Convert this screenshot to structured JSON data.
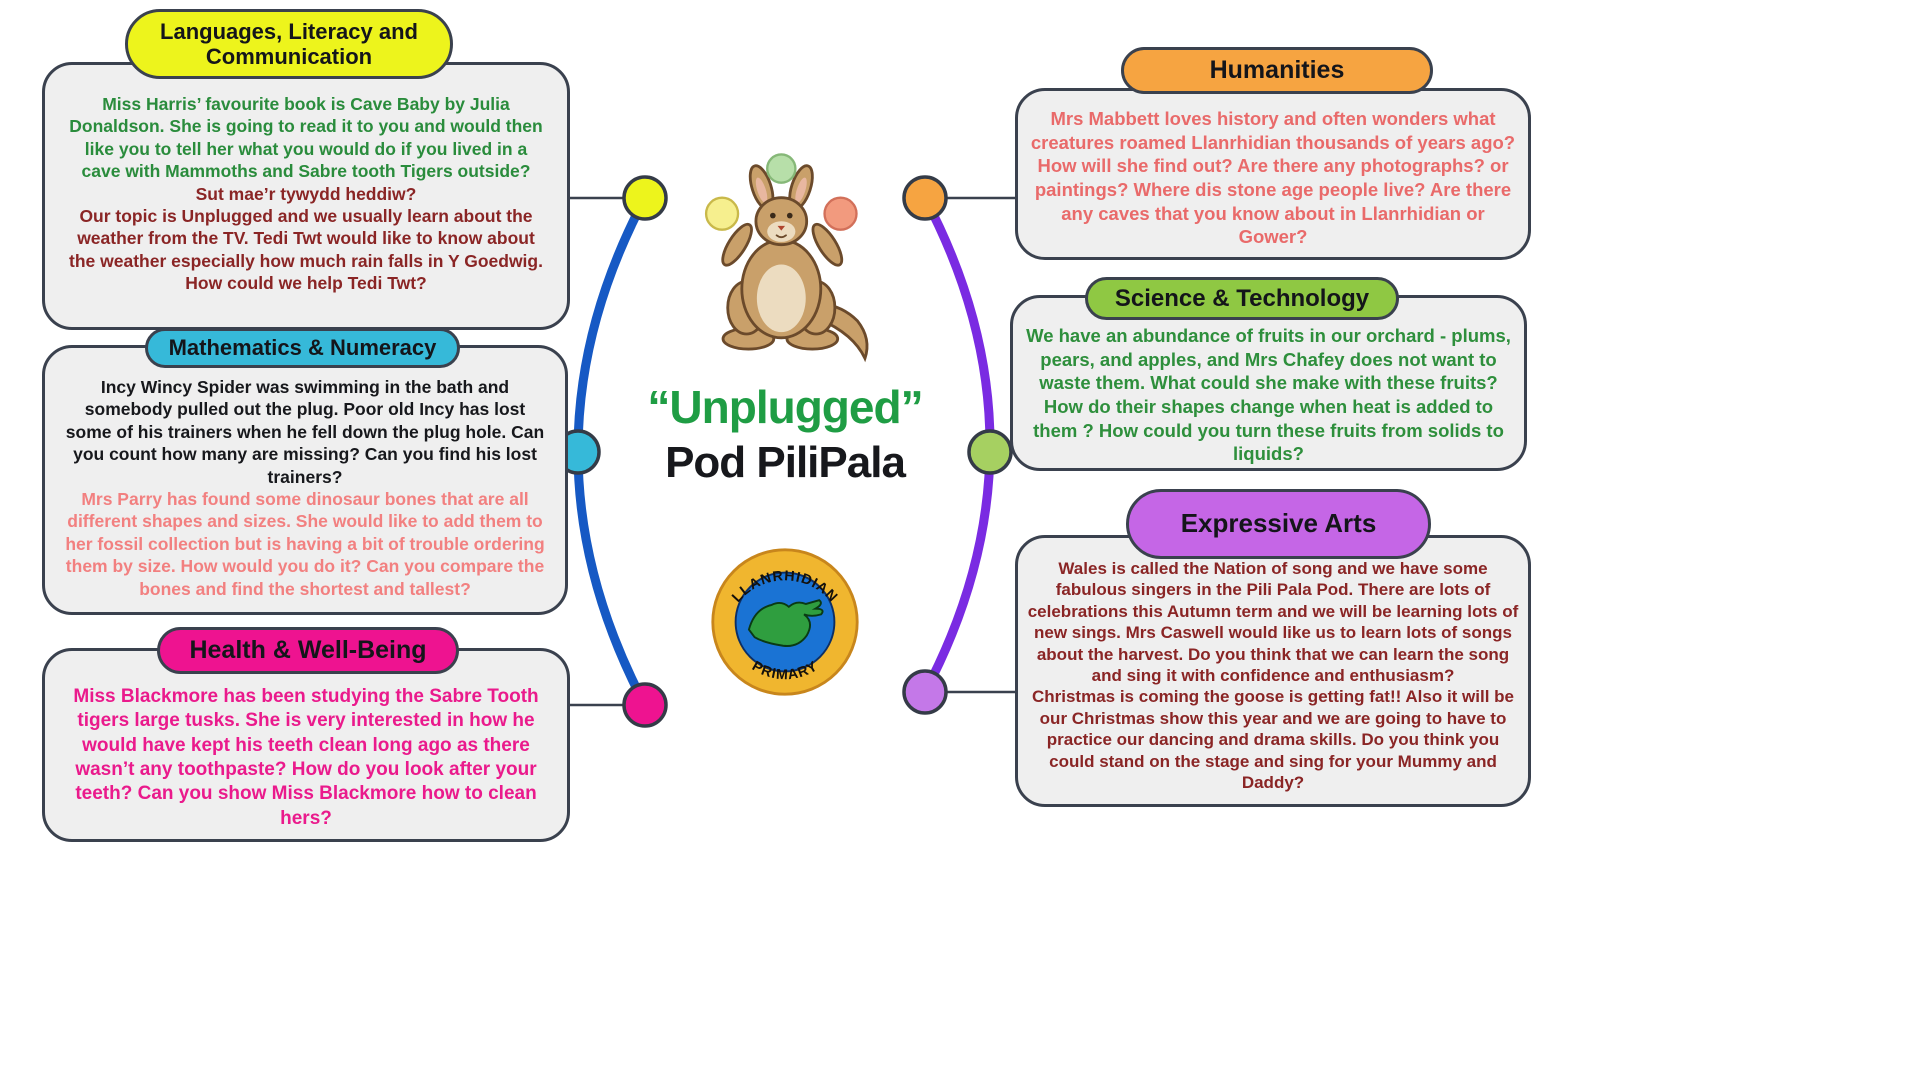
{
  "center": {
    "title": "“Unplugged”",
    "title_color": "#1f9d44",
    "subtitle": "Pod PiliPala",
    "logo": {
      "arc_top": "LLANRHIDIAN",
      "arc_bottom": "PRIMARY"
    }
  },
  "links": {
    "left_color": "#1659c4",
    "right_color": "#7a2be2"
  },
  "nodes": {
    "languages": {
      "title": "Languages, Literacy and Communication",
      "header_bg": "#edf41c",
      "dot_color": "#edf41c",
      "p1": {
        "color": "#2a8c3c",
        "text": "Miss Harris’ favourite book is Cave Baby by Julia Donaldson. She is going to read it to you and would then like you to tell her what you would do if you lived in a cave with Mammoths and Sabre tooth Tigers outside?"
      },
      "p2": {
        "color": "#8a2525",
        "text": "Sut mae’r tywydd heddiw?"
      },
      "p3": {
        "color": "#8a2525",
        "text": "Our topic is Unplugged and we usually learn about the weather from the TV. Tedi Twt  would like to know about the weather especially how much rain falls in Y Goedwig. How could we help Tedi Twt?"
      }
    },
    "math": {
      "title": "Mathematics & Numeracy",
      "header_bg": "#36b9d9",
      "dot_color": "#36b9d9",
      "p1": {
        "color": "#17181c",
        "text": "Incy Wincy Spider was swimming in the bath and somebody pulled out the plug. Poor old Incy has lost some of his trainers when he fell down the plug hole. Can you count how many are missing? Can you find his lost trainers?"
      },
      "p2": {
        "color": "#f28080",
        "text": "Mrs Parry has found some dinosaur bones that are all different shapes and sizes. She would like to add them to her fossil collection but is having a bit of trouble ordering them by size. How would you do it? Can you compare the bones and find the shortest and tallest?"
      }
    },
    "health": {
      "title": "Health & Well-Being",
      "header_bg": "#ee1390",
      "dot_color": "#ee1390",
      "p1": {
        "color": "#ea1a8c",
        "text": "Miss Blackmore has been studying the Sabre Tooth tigers large tusks. She is very interested in how he would have kept his teeth clean long ago as there wasn’t any toothpaste? How do you look after your teeth? Can you show Miss Blackmore how to clean hers?"
      }
    },
    "humanities": {
      "title": "Humanities",
      "header_bg": "#f6a441",
      "dot_color": "#f6a441",
      "p1": {
        "color": "#e96a6a",
        "text": "Mrs Mabbett loves history and often wonders what creatures roamed Llanrhidian thousands of years ago? How will she find out? Are there any photographs? or paintings? Where dis stone age people live? Are there any caves that you know about in Llanrhidian or Gower?"
      }
    },
    "science": {
      "title": "Science & Technology",
      "header_bg": "#8fc843",
      "dot_color": "#a6d061",
      "p1": {
        "color": "#2e8f3c",
        "text": "We have an abundance of fruits in our orchard - plums, pears, and apples, and Mrs Chafey does not want to waste them. What could she make with these fruits? How do their shapes change when heat is added to them ?  How could you turn these fruits from solids to liquids?"
      }
    },
    "expressive": {
      "title": "Expressive Arts",
      "header_bg": "#c566e6",
      "dot_color": "#c478e8",
      "p1": {
        "color": "#8a2525",
        "text": "Wales is called the Nation of song and we have some fabulous singers in the Pili Pala Pod. There are lots of celebrations this Autumn term and we will be learning lots of new sings. Mrs Caswell would like us to learn lots of songs about the harvest. Do you think that we can learn the song and sing it with confidence and enthusiasm?"
      },
      "p2": {
        "color": "#8a2525",
        "text": "Christmas is coming the goose is getting fat!! Also it will be our Christmas show this year and we are going to have to practice our dancing and drama skills. Do you think you could stand on the stage and sing for your Mummy and Daddy?"
      }
    }
  }
}
